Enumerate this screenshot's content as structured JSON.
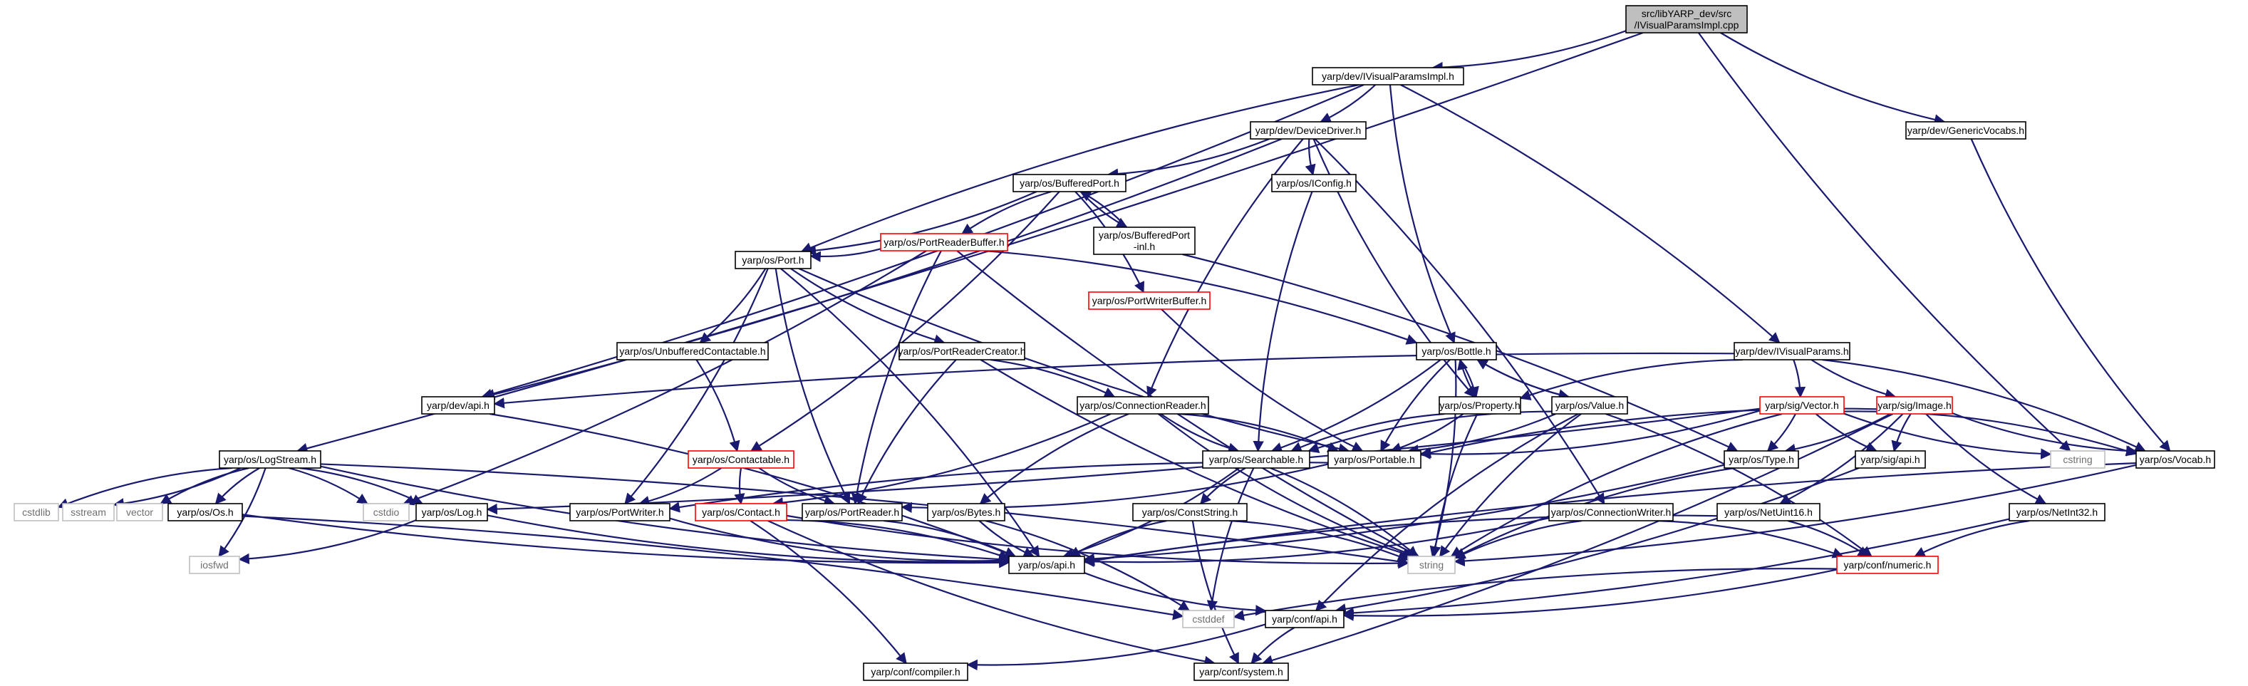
{
  "colors": {
    "edge": "#191970",
    "node_border": "#000000",
    "incomplete_border": "#ff0000",
    "system_border": "#bfbfbf",
    "root_fill": "#bfbfbf",
    "background": "#ffffff"
  },
  "nodes": [
    {
      "id": "root",
      "lines": [
        "src/libYARP_dev/src",
        "/IVisualParamsImpl.cpp"
      ],
      "style": "root"
    },
    {
      "id": "ivisualparamsimpl",
      "lines": [
        "yarp/dev/IVisualParamsImpl.h"
      ],
      "style": "normal"
    },
    {
      "id": "genericvocabs",
      "lines": [
        "yarp/dev/GenericVocabs.h"
      ],
      "style": "normal"
    },
    {
      "id": "devicedriver",
      "lines": [
        "yarp/dev/DeviceDriver.h"
      ],
      "style": "normal"
    },
    {
      "id": "bufferedport",
      "lines": [
        "yarp/os/BufferedPort.h"
      ],
      "style": "normal"
    },
    {
      "id": "iconfig",
      "lines": [
        "yarp/os/IConfig.h"
      ],
      "style": "normal"
    },
    {
      "id": "bufferedportinl",
      "lines": [
        "yarp/os/BufferedPort",
        "-inl.h"
      ],
      "style": "normal"
    },
    {
      "id": "portreaderbuffer",
      "lines": [
        "yarp/os/PortReaderBuffer.h"
      ],
      "style": "red"
    },
    {
      "id": "portwriterbuffer",
      "lines": [
        "yarp/os/PortWriterBuffer.h"
      ],
      "style": "red"
    },
    {
      "id": "port",
      "lines": [
        "yarp/os/Port.h"
      ],
      "style": "normal"
    },
    {
      "id": "unbufferedcontactable",
      "lines": [
        "yarp/os/UnbufferedContactable.h"
      ],
      "style": "normal"
    },
    {
      "id": "portreadercreator",
      "lines": [
        "yarp/os/PortReaderCreator.h"
      ],
      "style": "normal"
    },
    {
      "id": "bottle",
      "lines": [
        "yarp/os/Bottle.h"
      ],
      "style": "normal"
    },
    {
      "id": "ivisualparams",
      "lines": [
        "yarp/dev/IVisualParams.h"
      ],
      "style": "normal"
    },
    {
      "id": "devapi",
      "lines": [
        "yarp/dev/api.h"
      ],
      "style": "normal"
    },
    {
      "id": "connectionreader",
      "lines": [
        "yarp/os/ConnectionReader.h"
      ],
      "style": "normal"
    },
    {
      "id": "property",
      "lines": [
        "yarp/os/Property.h"
      ],
      "style": "normal"
    },
    {
      "id": "value",
      "lines": [
        "yarp/os/Value.h"
      ],
      "style": "normal"
    },
    {
      "id": "sigvector",
      "lines": [
        "yarp/sig/Vector.h"
      ],
      "style": "red"
    },
    {
      "id": "sigimage",
      "lines": [
        "yarp/sig/Image.h"
      ],
      "style": "red"
    },
    {
      "id": "logstream",
      "lines": [
        "yarp/os/LogStream.h"
      ],
      "style": "normal"
    },
    {
      "id": "contactable",
      "lines": [
        "yarp/os/Contactable.h"
      ],
      "style": "red"
    },
    {
      "id": "searchable",
      "lines": [
        "yarp/os/Searchable.h"
      ],
      "style": "normal"
    },
    {
      "id": "portable",
      "lines": [
        "yarp/os/Portable.h"
      ],
      "style": "normal"
    },
    {
      "id": "type",
      "lines": [
        "yarp/os/Type.h"
      ],
      "style": "normal"
    },
    {
      "id": "sigapi",
      "lines": [
        "yarp/sig/api.h"
      ],
      "style": "normal"
    },
    {
      "id": "cstring",
      "lines": [
        "cstring"
      ],
      "style": "gray"
    },
    {
      "id": "vocab",
      "lines": [
        "yarp/os/Vocab.h"
      ],
      "style": "normal"
    },
    {
      "id": "cstdlib",
      "lines": [
        "cstdlib"
      ],
      "style": "gray"
    },
    {
      "id": "sstream",
      "lines": [
        "sstream"
      ],
      "style": "gray"
    },
    {
      "id": "vector",
      "lines": [
        "vector"
      ],
      "style": "gray"
    },
    {
      "id": "os",
      "lines": [
        "yarp/os/Os.h"
      ],
      "style": "normal"
    },
    {
      "id": "cstdio",
      "lines": [
        "cstdio"
      ],
      "style": "gray"
    },
    {
      "id": "log",
      "lines": [
        "yarp/os/Log.h"
      ],
      "style": "normal"
    },
    {
      "id": "portwriter",
      "lines": [
        "yarp/os/PortWriter.h"
      ],
      "style": "normal"
    },
    {
      "id": "contact",
      "lines": [
        "yarp/os/Contact.h"
      ],
      "style": "red"
    },
    {
      "id": "portreader",
      "lines": [
        "yarp/os/PortReader.h"
      ],
      "style": "normal"
    },
    {
      "id": "bytes",
      "lines": [
        "yarp/os/Bytes.h"
      ],
      "style": "normal"
    },
    {
      "id": "conststring",
      "lines": [
        "yarp/os/ConstString.h"
      ],
      "style": "normal"
    },
    {
      "id": "connectionwriter",
      "lines": [
        "yarp/os/ConnectionWriter.h"
      ],
      "style": "normal"
    },
    {
      "id": "netuint16",
      "lines": [
        "yarp/os/NetUint16.h"
      ],
      "style": "normal"
    },
    {
      "id": "netint32",
      "lines": [
        "yarp/os/NetInt32.h"
      ],
      "style": "normal"
    },
    {
      "id": "iosfwd",
      "lines": [
        "iosfwd"
      ],
      "style": "gray"
    },
    {
      "id": "osapi",
      "lines": [
        "yarp/os/api.h"
      ],
      "style": "normal"
    },
    {
      "id": "string",
      "lines": [
        "string"
      ],
      "style": "gray"
    },
    {
      "id": "confnumeric",
      "lines": [
        "yarp/conf/numeric.h"
      ],
      "style": "red"
    },
    {
      "id": "cstddef",
      "lines": [
        "cstddef"
      ],
      "style": "gray"
    },
    {
      "id": "confapi",
      "lines": [
        "yarp/conf/api.h"
      ],
      "style": "normal"
    },
    {
      "id": "confcompiler",
      "lines": [
        "yarp/conf/compiler.h"
      ],
      "style": "normal"
    },
    {
      "id": "confsystem",
      "lines": [
        "yarp/conf/system.h"
      ],
      "style": "normal"
    }
  ],
  "edges": [
    [
      "root",
      "ivisualparamsimpl"
    ],
    [
      "root",
      "genericvocabs"
    ],
    [
      "root",
      "logstream"
    ],
    [
      "root",
      "cstring"
    ],
    [
      "ivisualparamsimpl",
      "devicedriver"
    ],
    [
      "ivisualparamsimpl",
      "bottle"
    ],
    [
      "ivisualparamsimpl",
      "ivisualparams"
    ],
    [
      "ivisualparamsimpl",
      "port"
    ],
    [
      "ivisualparamsimpl",
      "devapi"
    ],
    [
      "genericvocabs",
      "vocab"
    ],
    [
      "devicedriver",
      "bufferedport"
    ],
    [
      "devicedriver",
      "iconfig"
    ],
    [
      "devicedriver",
      "devapi"
    ],
    [
      "devicedriver",
      "connectionreader"
    ],
    [
      "devicedriver",
      "connectionwriter"
    ],
    [
      "devicedriver",
      "property"
    ],
    [
      "bufferedport",
      "port"
    ],
    [
      "bufferedport",
      "portreaderbuffer"
    ],
    [
      "bufferedport",
      "portwriterbuffer"
    ],
    [
      "bufferedport",
      "bufferedportinl"
    ],
    [
      "bufferedport",
      "contactable"
    ],
    [
      "bufferedportinl",
      "bufferedport"
    ],
    [
      "bufferedportinl",
      "type"
    ],
    [
      "iconfig",
      "searchable"
    ],
    [
      "portreaderbuffer",
      "port"
    ],
    [
      "portreaderbuffer",
      "portreader"
    ],
    [
      "portreaderbuffer",
      "bottle"
    ],
    [
      "portreaderbuffer",
      "string"
    ],
    [
      "portreaderbuffer",
      "cstdio"
    ],
    [
      "portwriterbuffer",
      "portable"
    ],
    [
      "port",
      "unbufferedcontactable"
    ],
    [
      "port",
      "portreadercreator"
    ],
    [
      "port",
      "portwriter"
    ],
    [
      "port",
      "portreader"
    ],
    [
      "port",
      "osapi"
    ],
    [
      "port",
      "portable"
    ],
    [
      "unbufferedcontactable",
      "contactable"
    ],
    [
      "portreadercreator",
      "portreader"
    ],
    [
      "portreadercreator",
      "connectionreader"
    ],
    [
      "portreadercreator",
      "string"
    ],
    [
      "bottle",
      "property"
    ],
    [
      "bottle",
      "value"
    ],
    [
      "bottle",
      "searchable"
    ],
    [
      "bottle",
      "portable"
    ],
    [
      "bottle",
      "string"
    ],
    [
      "ivisualparams",
      "sigimage"
    ],
    [
      "ivisualparams",
      "sigvector"
    ],
    [
      "ivisualparams",
      "property"
    ],
    [
      "ivisualparams",
      "vocab"
    ],
    [
      "ivisualparams",
      "devapi"
    ],
    [
      "devapi",
      "osapi"
    ],
    [
      "connectionreader",
      "searchable"
    ],
    [
      "connectionreader",
      "contact"
    ],
    [
      "connectionreader",
      "bytes"
    ],
    [
      "connectionreader",
      "portable"
    ],
    [
      "connectionreader",
      "string"
    ],
    [
      "property",
      "bottle"
    ],
    [
      "property",
      "searchable"
    ],
    [
      "property",
      "portable"
    ],
    [
      "property",
      "string"
    ],
    [
      "value",
      "bottle"
    ],
    [
      "value",
      "searchable"
    ],
    [
      "value",
      "portable"
    ],
    [
      "value",
      "string"
    ],
    [
      "value",
      "confnumeric"
    ],
    [
      "value",
      "confapi"
    ],
    [
      "sigvector",
      "type"
    ],
    [
      "sigvector",
      "sigapi"
    ],
    [
      "sigvector",
      "portable"
    ],
    [
      "sigvector",
      "string"
    ],
    [
      "sigvector",
      "log"
    ],
    [
      "sigvector",
      "cstring"
    ],
    [
      "sigvector",
      "vocab"
    ],
    [
      "sigimage",
      "sigapi"
    ],
    [
      "sigimage",
      "type"
    ],
    [
      "sigimage",
      "vocab"
    ],
    [
      "sigimage",
      "netuint16"
    ],
    [
      "sigimage",
      "netint32"
    ],
    [
      "sigimage",
      "confsystem"
    ],
    [
      "sigimage",
      "portable"
    ],
    [
      "logstream",
      "log"
    ],
    [
      "logstream",
      "os"
    ],
    [
      "logstream",
      "cstdio"
    ],
    [
      "logstream",
      "cstdlib"
    ],
    [
      "logstream",
      "sstream"
    ],
    [
      "logstream",
      "vector"
    ],
    [
      "logstream",
      "iosfwd"
    ],
    [
      "logstream",
      "osapi"
    ],
    [
      "logstream",
      "string"
    ],
    [
      "contactable",
      "contact"
    ],
    [
      "contactable",
      "portwriter"
    ],
    [
      "contactable",
      "portreader"
    ],
    [
      "searchable",
      "osapi"
    ],
    [
      "searchable",
      "conststring"
    ],
    [
      "searchable",
      "string"
    ],
    [
      "searchable",
      "cstddef"
    ],
    [
      "portable",
      "portreader"
    ],
    [
      "portable",
      "portwriter"
    ],
    [
      "type",
      "osapi"
    ],
    [
      "type",
      "string"
    ],
    [
      "sigapi",
      "confapi"
    ],
    [
      "vocab",
      "osapi"
    ],
    [
      "vocab",
      "string"
    ],
    [
      "os",
      "osapi"
    ],
    [
      "os",
      "cstddef"
    ],
    [
      "log",
      "osapi"
    ],
    [
      "log",
      "iosfwd"
    ],
    [
      "portwriter",
      "osapi"
    ],
    [
      "contact",
      "osapi"
    ],
    [
      "contact",
      "string"
    ],
    [
      "contact",
      "confcompiler"
    ],
    [
      "contact",
      "confsystem"
    ],
    [
      "portreader",
      "osapi"
    ],
    [
      "bytes",
      "osapi"
    ],
    [
      "bytes",
      "cstddef"
    ],
    [
      "conststring",
      "osapi"
    ],
    [
      "conststring",
      "string"
    ],
    [
      "conststring",
      "confsystem"
    ],
    [
      "connectionwriter",
      "osapi"
    ],
    [
      "connectionwriter",
      "string"
    ],
    [
      "connectionwriter",
      "confnumeric"
    ],
    [
      "netuint16",
      "osapi"
    ],
    [
      "netuint16",
      "confnumeric"
    ],
    [
      "netint32",
      "confnumeric"
    ],
    [
      "netint32",
      "confapi"
    ],
    [
      "osapi",
      "confapi"
    ],
    [
      "confnumeric",
      "confapi"
    ],
    [
      "confnumeric",
      "cstddef"
    ],
    [
      "confapi",
      "confcompiler"
    ],
    [
      "confapi",
      "confsystem"
    ]
  ]
}
